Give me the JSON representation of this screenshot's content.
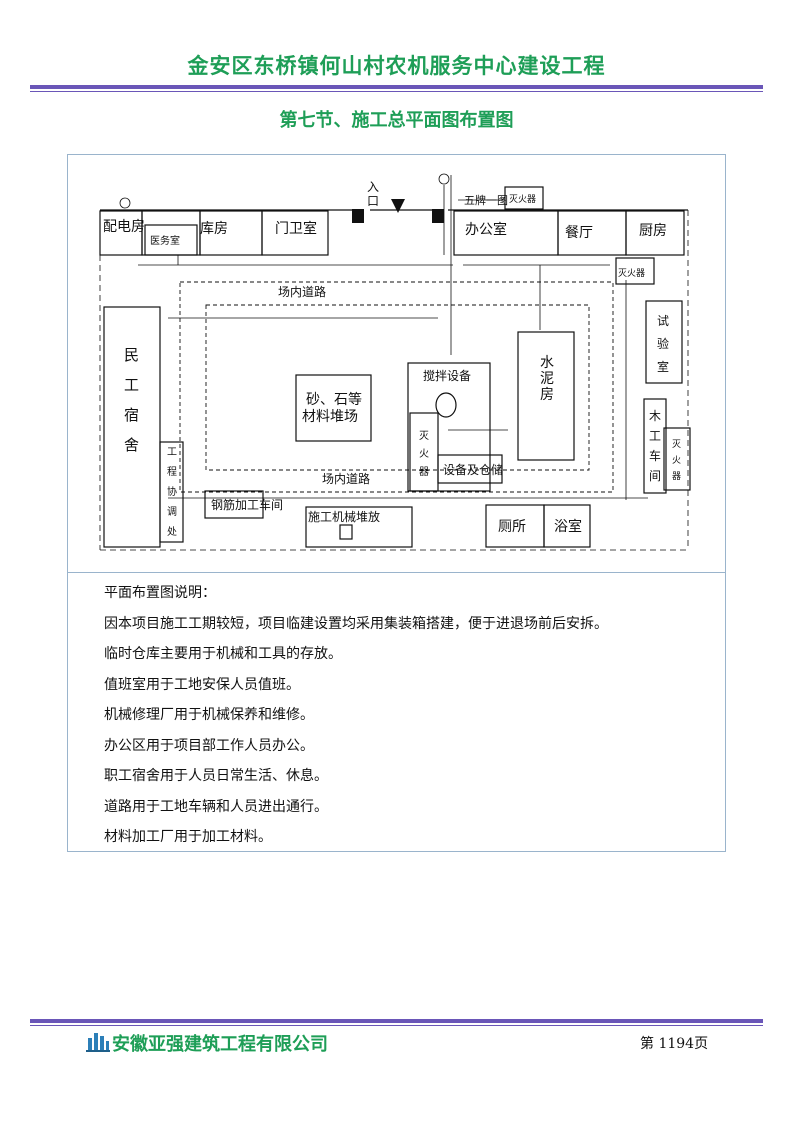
{
  "header": {
    "project_title": "金安区东桥镇何山村农机服务中心建设工程"
  },
  "section": {
    "title": "第七节、施工总平面图布置图"
  },
  "plan": {
    "entrance": "入口",
    "sign_board": "五牌一图",
    "fire_extinguisher": "灭火器",
    "power_room": "配电房",
    "clinic": "医务室",
    "warehouse": "库房",
    "guard_room": "门卫室",
    "office": "办公室",
    "dining": "餐厅",
    "kitchen": "厨房",
    "road": "场内道路",
    "lab": "试验室",
    "worker_dorm": "民工宿舍",
    "sand_stone_1": "砂、石等",
    "sand_stone_2": "材料堆场",
    "mixing": "搅拌设备",
    "cement": "水泥房",
    "equipment_storage": "设备及仓储",
    "carpentry": "木工车间",
    "coordination": "工程协调处",
    "rebar": "钢筋加工车间",
    "machinery_yard": "施工机械堆放",
    "toilet": "厕所",
    "bathroom": "浴室"
  },
  "notes": {
    "heading": "平面布置图说明：",
    "lines": [
      "因本项目施工工期较短，项目临建设置均采用集装箱搭建，便于进退场前后安拆。",
      "临时仓库主要用于机械和工具的存放。",
      "值班室用于工地安保人员值班。",
      "机械修理厂用于机械保养和维修。",
      "办公区用于项目部工作人员办公。",
      "职工宿舍用于人员日常生活、休息。",
      "道路用于工地车辆和人员进出通行。",
      "材料加工厂用于加工材料。"
    ]
  },
  "footer": {
    "company": "安徽亚强建筑工程有限公司",
    "page": "第 1194页"
  },
  "colors": {
    "green": "#1e9e57",
    "rule": "#6a56b8",
    "frame": "#9ab4cc"
  }
}
